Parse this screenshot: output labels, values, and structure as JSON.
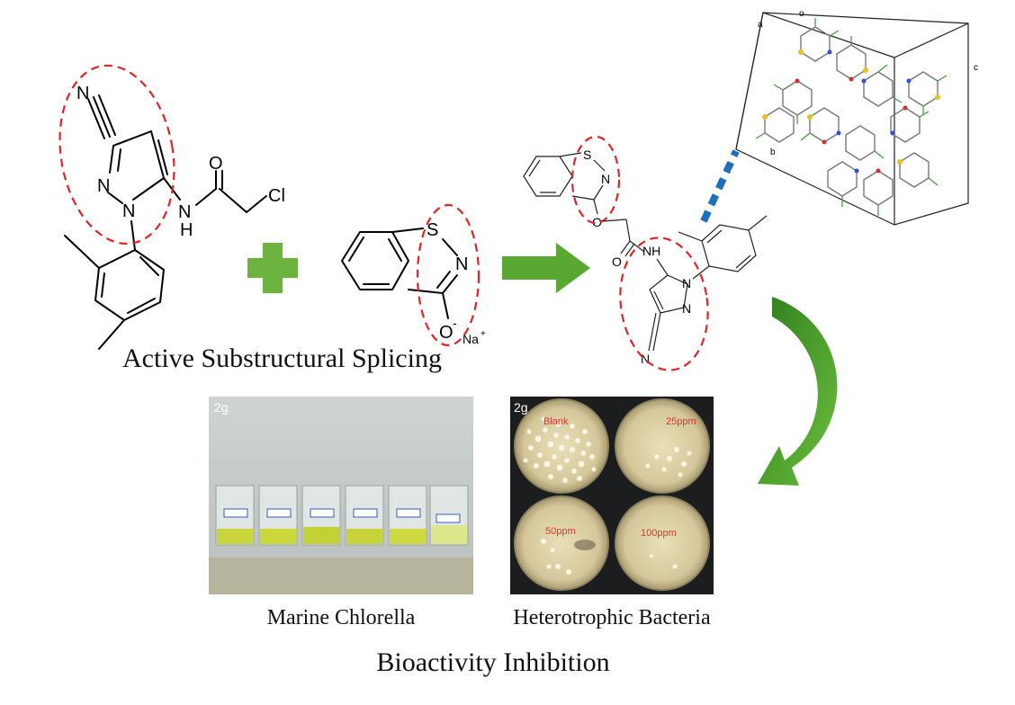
{
  "atoms": {
    "nitrile_n": "N",
    "pyrazole_n1": "N",
    "pyrazole_n2": "N",
    "carbonyl_o": "O",
    "cl": "Cl",
    "nh_n": "N",
    "nh_h": "H",
    "bit_s": "S",
    "bit_n": "N",
    "bit_o": "O",
    "na": "Na",
    "na_charge": "+",
    "o_charge": "-",
    "p_s": "S",
    "p_n": "N",
    "p_o": "O",
    "p_carbonyl_o": "O",
    "p_nh": "NH",
    "p_n1": "N",
    "p_n2": "N",
    "p_nitrile_n": "N",
    "crystal_a": "a",
    "crystal_b": "b",
    "crystal_c": "c",
    "crystal_o": "o"
  },
  "captions": {
    "splicing": "Active Substructural Splicing",
    "chlorella": "Marine Chlorella",
    "bacteria": "Heterotrophic Bacteria",
    "inhibition": "Bioactivity Inhibition"
  },
  "photos": {
    "chlorella_tag": "2g",
    "bacteria_tag": "2g",
    "dishes": [
      "Blank",
      "25ppm",
      "50ppm",
      "100ppm"
    ]
  },
  "colors": {
    "highlight_ring": "#e02424",
    "arrow_green": "#5aa832",
    "plus_green": "#6cb33f",
    "dash_blue": "#1f6fbf"
  },
  "icons": [
    "plus-icon",
    "arrow-right-icon",
    "curved-arrow-icon"
  ]
}
